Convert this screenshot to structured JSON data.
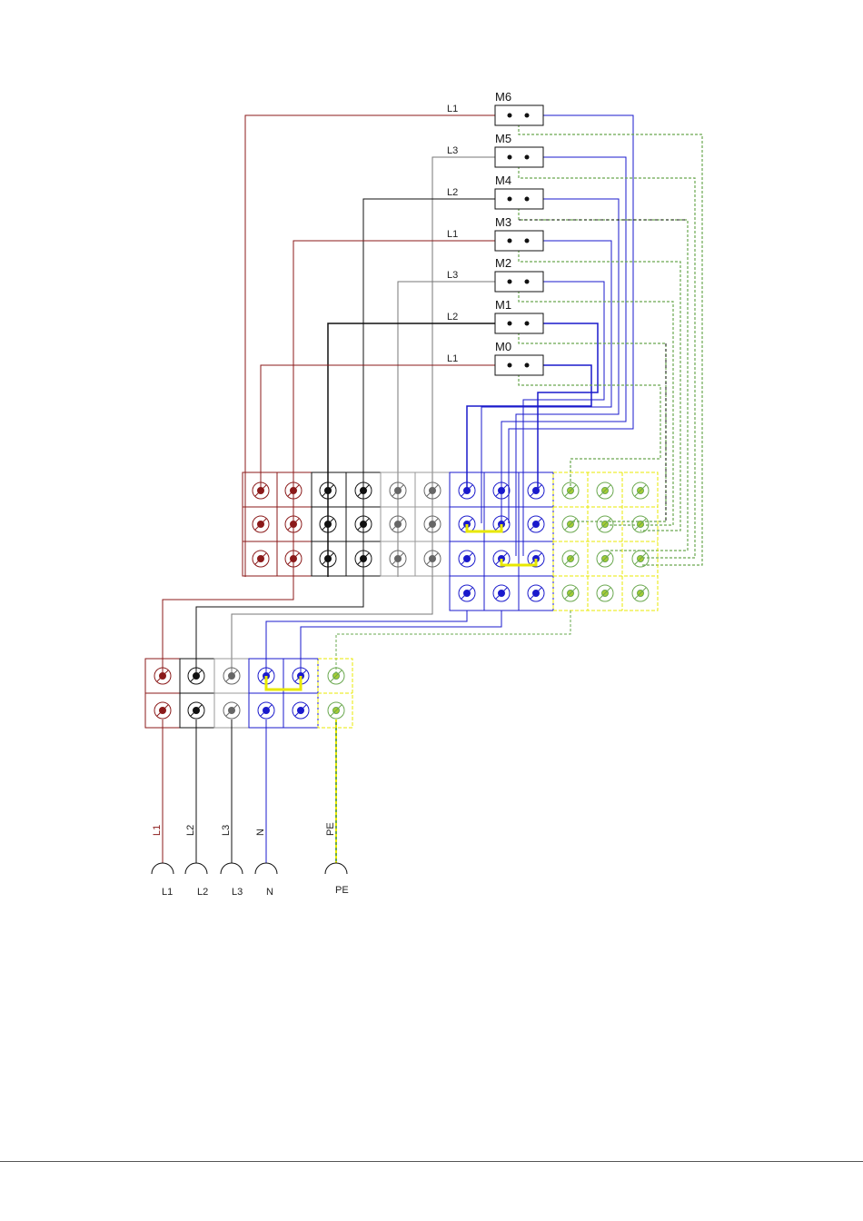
{
  "modules": [
    {
      "label": "M6",
      "phase": "L1"
    },
    {
      "label": "M5",
      "phase": "L3"
    },
    {
      "label": "M4",
      "phase": "L2"
    },
    {
      "label": "M3",
      "phase": "L1"
    },
    {
      "label": "M2",
      "phase": "L3"
    },
    {
      "label": "M1",
      "phase": "L2"
    },
    {
      "label": "M0",
      "phase": "L1"
    }
  ],
  "supply": [
    {
      "wire_label": "L1",
      "terminal_label": "L1",
      "color": "#8b1a1a"
    },
    {
      "wire_label": "L2",
      "terminal_label": "L2",
      "color": "#111111"
    },
    {
      "wire_label": "L3",
      "terminal_label": "L3",
      "color": "#555555"
    },
    {
      "wire_label": "N",
      "terminal_label": "N",
      "color": "#1a1acc"
    },
    {
      "wire_label": "PE",
      "terminal_label": "PE",
      "color": "#6aa84f"
    }
  ],
  "colors": {
    "brown": "#8b1a1a",
    "black": "#111111",
    "grey": "#777777",
    "blue": "#1a1acc",
    "green": "#6aa84f",
    "yellow": "#e8e800"
  }
}
